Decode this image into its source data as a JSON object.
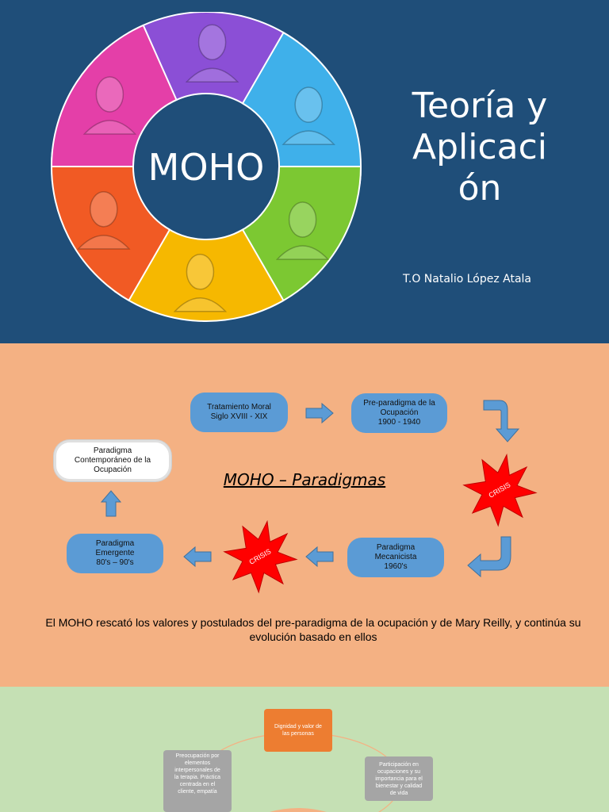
{
  "slide1": {
    "logo_text": "MOHO",
    "title": "Teoría y\nAplicaci\nón",
    "author": "T.O Natalio López Atala",
    "ring_colors": [
      "#8b4fd6",
      "#3fb0ea",
      "#7cc832",
      "#f6b800",
      "#f15a24",
      "#e43fa8"
    ]
  },
  "slide2": {
    "title": "MOHO – Paradigmas",
    "boxes": {
      "moral": "Tratamiento Moral\nSiglo XVIII - XIX",
      "pre": "Pre-paradigma de la\nOcupación\n1900 - 1940",
      "mecanicista": "Paradigma\nMecanicista\n1960's",
      "emergente": "Paradigma\nEmergente\n80's – 90's",
      "contemporaneo": "Paradigma\nContemporáneo de la\nOcupación"
    },
    "crisis_label": "CRISIS",
    "note": "El MOHO rescató los valores y postulados del pre-paradigma de la ocupación y de Mary Reilly, y continúa su evolución basado en ellos",
    "colors": {
      "box": "#5b9bd5",
      "arrow": "#5b9bd5",
      "burst": "#ff0000"
    }
  },
  "slide3": {
    "top_box": "Dignidad y valor de\nlas personas",
    "left_box": "Preocupación por\nelementos\ninterpersonales de\nla terapia. Práctica\ncentrada en el\ncliente, empatía",
    "right_box": "Participación en\nocupaciones y su\nimportancia para el\nbienestar y calidad\nde vida",
    "colors": {
      "top": "#ed7d31",
      "side": "#a5a5a5"
    }
  }
}
